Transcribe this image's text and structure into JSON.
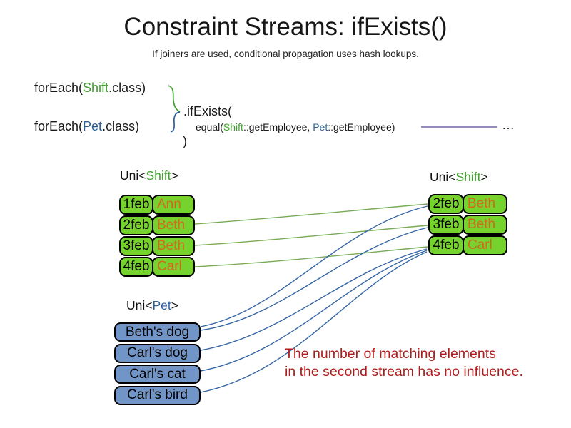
{
  "title": "Constraint Streams: ifExists()",
  "subtitle": "If joiners are used, conditional propagation uses hash lookups.",
  "code": {
    "foreach_shift": {
      "pre": "forEach(",
      "type": "Shift",
      "post": ".class)"
    },
    "foreach_pet": {
      "pre": "forEach(",
      "type": "Pet",
      "post": ".class)"
    },
    "if_exists": ".ifExists(",
    "joiner": {
      "pre": "equal(",
      "left_type": "Shift",
      "left_rest": "::getEmployee, ",
      "right_type": "Pet",
      "right_rest": "::getEmployee)"
    },
    "ellipsis": "…",
    "close_paren": ")"
  },
  "labels": {
    "shift_left": {
      "pre": "Uni<",
      "type": "Shift",
      "post": ">"
    },
    "shift_right": {
      "pre": "Uni<",
      "type": "Shift",
      "post": ">"
    },
    "pet": {
      "pre": "Uni<",
      "type": "Pet",
      "post": ">"
    }
  },
  "tables": {
    "shift_left": {
      "rows": [
        {
          "date": "1feb",
          "employee": "Ann"
        },
        {
          "date": "2feb",
          "employee": "Beth"
        },
        {
          "date": "3feb",
          "employee": "Beth"
        },
        {
          "date": "4feb",
          "employee": "Carl"
        }
      ]
    },
    "shift_right": {
      "rows": [
        {
          "date": "2feb",
          "employee": "Beth"
        },
        {
          "date": "3feb",
          "employee": "Beth"
        },
        {
          "date": "4feb",
          "employee": "Carl"
        }
      ]
    },
    "pet": {
      "rows": [
        {
          "name": "Beth's dog"
        },
        {
          "name": "Carl's dog"
        },
        {
          "name": "Carl's cat"
        },
        {
          "name": "Carl's bird"
        }
      ]
    }
  },
  "note": {
    "line1": "The number of matching elements",
    "line2": "in the second stream has no influence."
  },
  "colors": {
    "type_green": "#3da02b",
    "type_blue": "#2a6099",
    "name_orange": "#d2691e",
    "box_green": "#76d32e",
    "box_blue": "#7295c7",
    "note_red": "#b01d1d",
    "wire_green": "#77ab55",
    "wire_blue": "#3465a4",
    "wire_purple": "#7565a3"
  }
}
